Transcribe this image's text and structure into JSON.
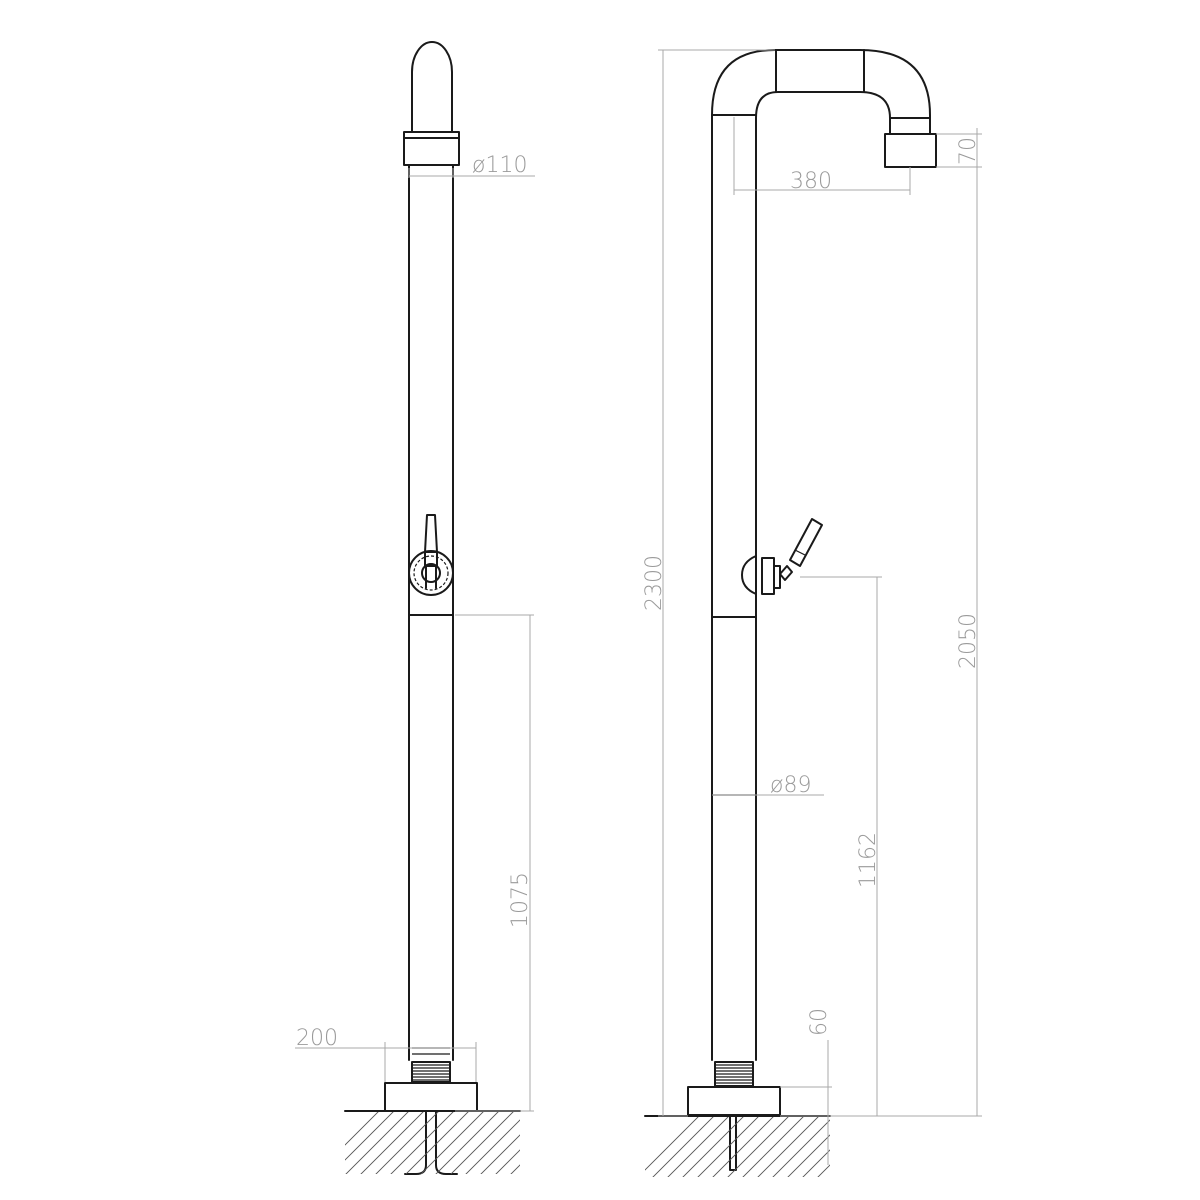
{
  "dimensions": {
    "front_pipe_diameter": "ø110",
    "front_valve_height": "1075",
    "front_base_width": "200",
    "side_total_height": "2300",
    "side_outlet_height": "2050",
    "side_reach": "380",
    "side_head_height": "70",
    "side_lower_diameter": "ø89",
    "side_valve_height": "1162",
    "side_base_height": "60"
  }
}
